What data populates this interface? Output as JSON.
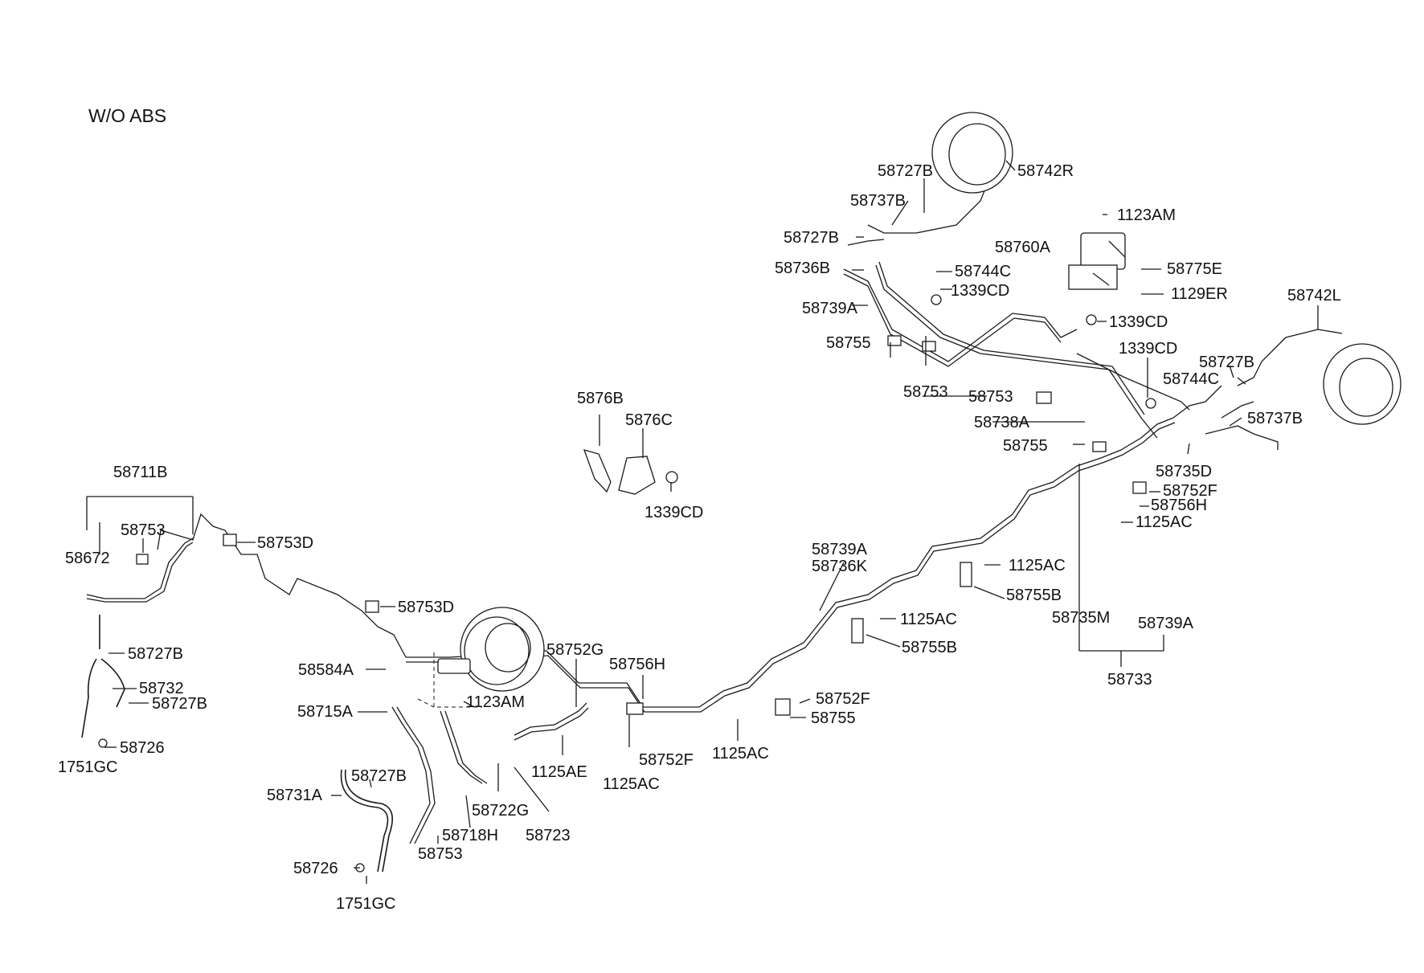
{
  "title": "W/O ABS",
  "labels": {
    "l58742R": "58742R",
    "l58727B_a": "58727B",
    "l58737B_a": "58737B",
    "l58727B_b": "58727B",
    "l58736B": "58736B",
    "l58739A_a": "58739A",
    "l58744C_a": "58744C",
    "l1339CD_a": "1339CD",
    "l58755_a": "58755",
    "l58753_a": "58753",
    "l1123AM_a": "1123AM",
    "l58760A": "58760A",
    "l58775E": "58775E",
    "l1129ER": "1129ER",
    "l1339CD_b": "1339CD",
    "l1339CD_c": "1339CD",
    "l58742L": "58742L",
    "l58727B_c": "58727B",
    "l58744C_b": "58744C",
    "l58737B_b": "58737B",
    "l58753_b": "58753",
    "l58738A": "58738A",
    "l58755_b": "58755",
    "l58735D": "58735D",
    "l58752F_a": "58752F",
    "l58756H_a": "58756H",
    "l1125AC_a": "1125AC",
    "l5876B": "5876B",
    "l5876C": "5876C",
    "l1339CD_d": "1339CD",
    "l58711B": "58711B",
    "l58753_c": "58753",
    "l58753D_a": "58753D",
    "l58672": "58672",
    "l58753D_b": "58753D",
    "l58727B_d": "58727B",
    "l58732": "58732",
    "l58727B_e": "58727B",
    "l58726_a": "58726",
    "l1751GC_a": "1751GC",
    "l58584A": "58584A",
    "l58715A": "58715A",
    "l1123AM_b": "1123AM",
    "l58752G": "58752G",
    "l58756H_b": "58756H",
    "l1125AE": "1125AE",
    "l1125AC_b": "1125AC",
    "l58752F_b": "58752F",
    "l1125AC_c": "1125AC",
    "l58752F_c": "58752F",
    "l58755_c": "58755",
    "l58739A_b": "58739A",
    "l58736K": "58736K",
    "l1125AC_d": "1125AC",
    "l58755B_a": "58755B",
    "l1125AC_e": "1125AC",
    "l58755B_b": "58755B",
    "l58735M": "58735M",
    "l58739A_c": "58739A",
    "l58733": "58733",
    "l58731A": "58731A",
    "l58727B_f": "58727B",
    "l58722G": "58722G",
    "l58723": "58723",
    "l58718H": "58718H",
    "l58753_d": "58753",
    "l58726_b": "58726",
    "l1751GC_b": "1751GC"
  }
}
